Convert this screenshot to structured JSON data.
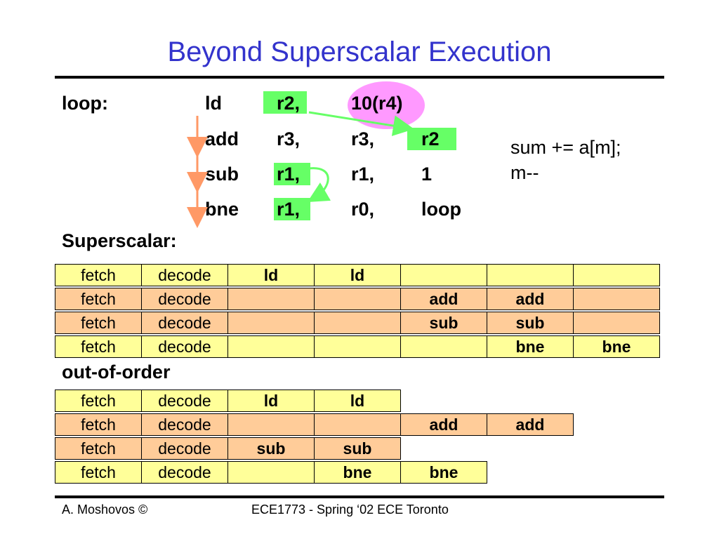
{
  "title": "Beyond Superscalar Execution",
  "colors": {
    "title": "#3333cc",
    "yellow_row": "#ffff99",
    "orange_row": "#ffcc99",
    "highlight": "#66ff66",
    "circle": "#ff99ff",
    "arrow": "#ff9966"
  },
  "code": {
    "label": "loop:",
    "lines": [
      {
        "op": "ld",
        "a": "r2,",
        "b": "10(r4)",
        "c": ""
      },
      {
        "op": "add",
        "a": "r3,",
        "b": "r3,",
        "c": "r2"
      },
      {
        "op": "sub",
        "a": "r1,",
        "b": "r1,",
        "c": "1"
      },
      {
        "op": "bne",
        "a": "r1,",
        "b": "r0,",
        "c": "loop"
      }
    ]
  },
  "comment": {
    "line1": "sum += a[m];",
    "line2": "m--"
  },
  "superscalar": {
    "heading": "Superscalar:",
    "rows": [
      {
        "color": "yellow",
        "cells": [
          "fetch",
          "decode",
          "ld",
          "ld",
          "",
          "",
          ""
        ]
      },
      {
        "color": "orange",
        "cells": [
          "fetch",
          "decode",
          "",
          "",
          "add",
          "add",
          ""
        ]
      },
      {
        "color": "orange",
        "cells": [
          "fetch",
          "decode",
          "",
          "",
          "sub",
          "sub",
          ""
        ]
      },
      {
        "color": "yellow",
        "cells": [
          "fetch",
          "decode",
          "",
          "",
          "",
          "bne",
          "bne"
        ]
      }
    ]
  },
  "out_of_order": {
    "heading": "out-of-order",
    "rows": [
      {
        "color": "yellow",
        "cells": [
          "fetch",
          "decode",
          "ld",
          "ld"
        ]
      },
      {
        "color": "orange",
        "cells": [
          "fetch",
          "decode",
          "",
          "",
          "add",
          "add"
        ]
      },
      {
        "color": "orange",
        "cells": [
          "fetch",
          "decode",
          "sub",
          "sub"
        ]
      },
      {
        "color": "yellow",
        "cells": [
          "fetch",
          "decode",
          "",
          "bne",
          "bne"
        ]
      }
    ]
  },
  "footer": {
    "left": "A. Moshovos ©",
    "center": "ECE1773 - Spring ‘02 ECE Toronto"
  }
}
